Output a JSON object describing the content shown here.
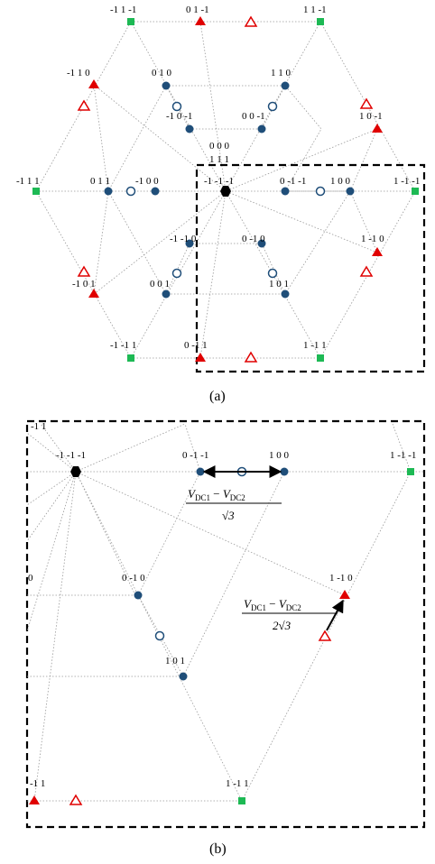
{
  "panel_a": {
    "caption": "(a)",
    "labels": {
      "m1_1_m1": "-1  1 -1",
      "z1_m1": "0  1 -1",
      "o1_m1": "1  1 -1",
      "m1_1_0": "-1  1  0",
      "z1_0": "0  1  0",
      "o1_0": "1  1  0",
      "z0_m1": "-1  0 -1",
      "zz_m1": "0  0 -1",
      "o0_m1": "1  0 -1",
      "zzz": "0  0  0",
      "ooo": "1  1  1",
      "mmm": "-1 -1 -1",
      "m1_1_1": "-1  1  1",
      "z1_1": "0  1  1",
      "m1_0_0": "-1  0  0",
      "zm_m": "0 -1 -1",
      "o00": "1  0  0",
      "om_m": "1 -1 -1",
      "m1m1_0": "-1 -1  0",
      "zm0": "0 -1  0",
      "omz": "1 -1  0",
      "m0_1": "-1  0  1",
      "z01": "0  0  1",
      "o01": "1  0  1",
      "mm1": "-1 -1  1",
      "zm1": "0 -1  1",
      "om1": "1 -1  1"
    }
  },
  "panel_b": {
    "caption": "(b)",
    "labels": {
      "top_left": "-1  1",
      "mmm": "-1 -1 -1",
      "zm_m": "0 -1 -1",
      "o00": "1  0  0",
      "om_m": "1 -1 -1",
      "zero": "0",
      "zm0": "0 -1  0",
      "omz": "1 -1  0",
      "o01": "1  0  1",
      "bl": "-1  1",
      "om1": "1 -1  1"
    },
    "formula1": {
      "num_a": "V",
      "num_a_sub": "DC1",
      "minus": " − ",
      "num_b": "V",
      "num_b_sub": "DC2",
      "den": "√3"
    },
    "formula2": {
      "num_a": "V",
      "num_a_sub": "DC1",
      "minus": " − ",
      "num_b": "V",
      "num_b_sub": "DC2",
      "den": "2√3"
    }
  }
}
